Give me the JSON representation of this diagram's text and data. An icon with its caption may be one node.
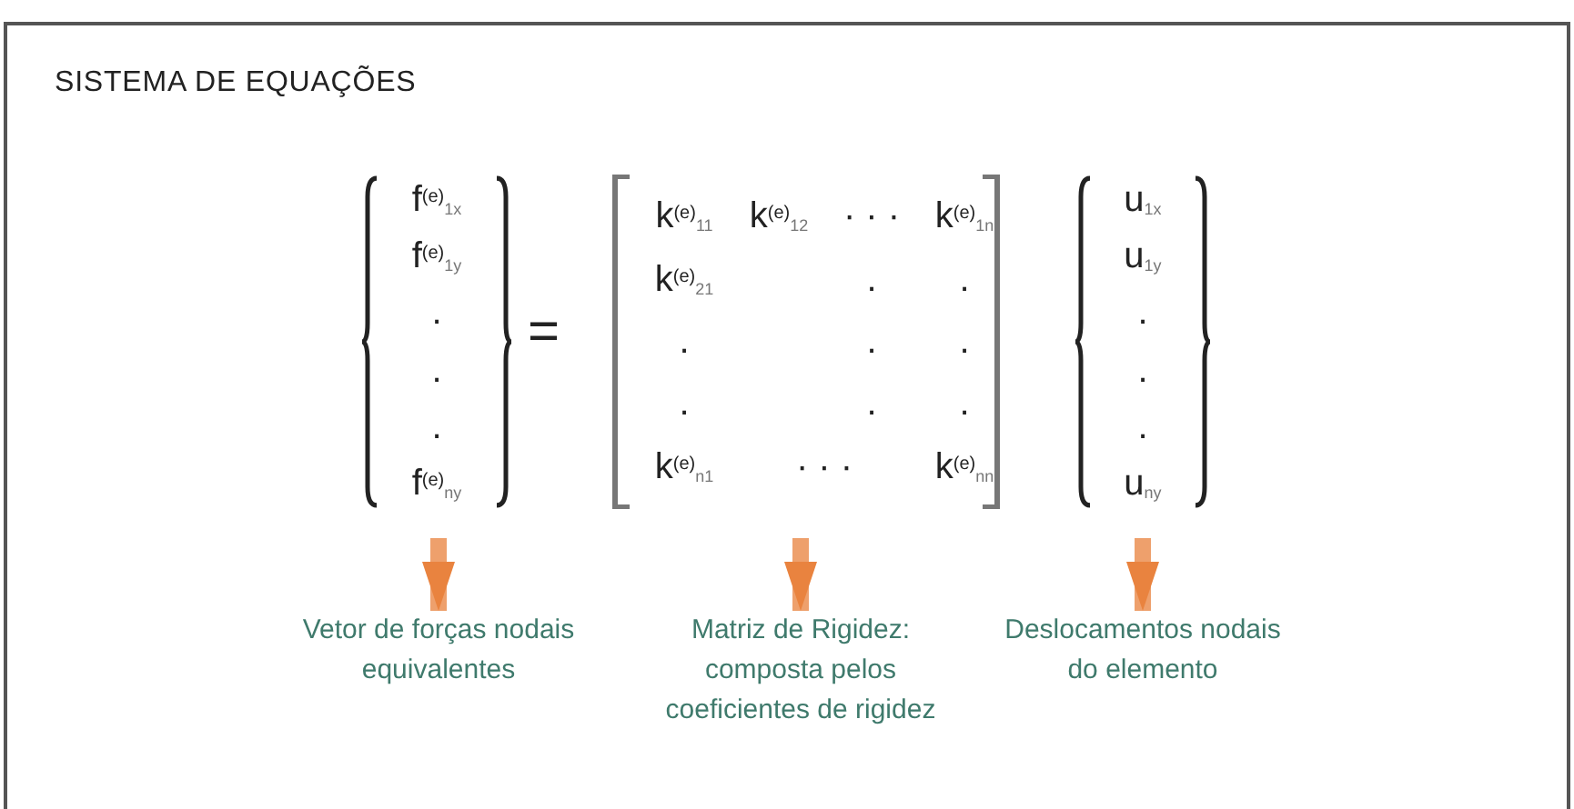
{
  "diagram": {
    "title": "SISTEMA DE EQUAÇÕES",
    "nodes": [
      {
        "text": [
          "f$^{(e)}$$_{1x}$",
          "f$^{(e)}$$_{1y}$",
          ".",
          ".",
          ".",
          "f$^{(e)}$$_{ny}$"
        ]
      },
      {
        "text": [
          "k$^{(e)}$$_{11}$",
          "k$^{(e)}$$_{12}$",
          "· · ·",
          "k$^{(e)}$$_{1n}$",
          "k$^{(e)}$$_{21}$",
          ".",
          ".",
          ".",
          ".",
          ".",
          ".",
          ".",
          ".",
          "k$^{(e)}$$_{n1}$",
          "· · ·",
          "k$^{(e)}$$_{nn}$"
        ]
      },
      {
        "text": [
          "u$_{1x}$",
          "u$_{1y}$",
          ".",
          ".",
          ".",
          "u$_{ny}$"
        ]
      },
      {
        "text": [
          "Vetor de forças nodais equivalentes"
        ]
      },
      {
        "text": [
          "Matriz de Rigidez: composta pelos coeficientes de rigidez"
        ]
      },
      {
        "text": [
          "Deslocamentos nodais do elemento"
        ]
      }
    ],
    "edges": [
      {
        "from": 0,
        "to": 3,
        "arrow": "to"
      },
      {
        "from": 1,
        "to": 4,
        "arrow": "to"
      },
      {
        "from": 2,
        "to": 5,
        "arrow": "to"
      }
    ],
    "labels": [
      "="
    ]
  }
}
